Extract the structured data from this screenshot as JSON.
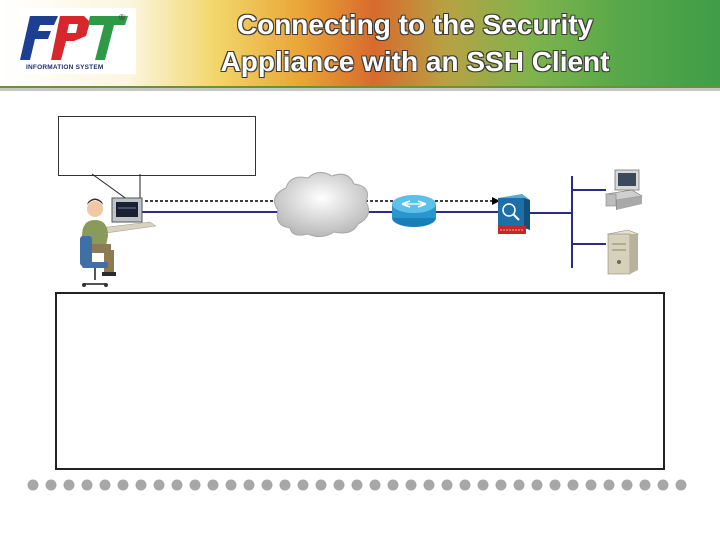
{
  "header": {
    "title_line1": "Connecting to the Security",
    "title_line2": "Appliance with an SSH Client",
    "logo": {
      "text": "FPT",
      "subtitle": "INFORMATION SYSTEM",
      "mark": "®",
      "colors": {
        "blue": "#1d3f8f",
        "red": "#d7262c",
        "green": "#2f9a45"
      }
    }
  },
  "diagram": {
    "nodes": [
      "user-workstation-icon",
      "cloud-icon",
      "router-icon",
      "security-appliance-icon",
      "pc-icon",
      "server-icon"
    ],
    "link_colors": {
      "network": "#2b2b8a",
      "ssh_path": "#000000"
    }
  },
  "callout": {
    "text": ""
  },
  "panel": {
    "text": ""
  }
}
